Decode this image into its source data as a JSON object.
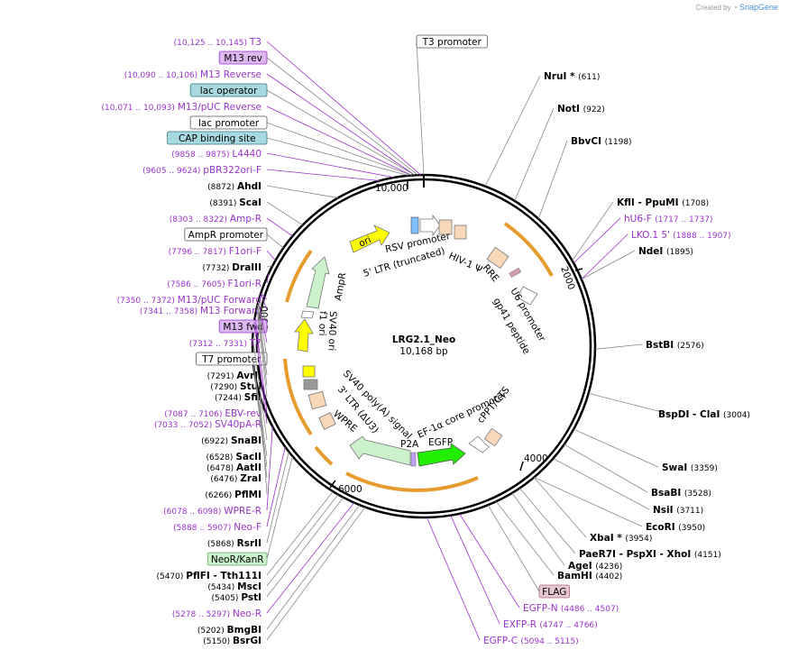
{
  "credit": {
    "prefix": "Created by",
    "brand": "SnapGene"
  },
  "plasmid": {
    "name": "LRG2.1_Neo",
    "length": "10,168 bp"
  },
  "ticks": [
    "10,000",
    "2000",
    "4000",
    "6000",
    "8000"
  ],
  "left_features": [
    {
      "range": "(10,125 .. 10,145)",
      "name": "T3",
      "type": "primer"
    },
    {
      "range": "",
      "name": "M13 rev",
      "type": "box-purple"
    },
    {
      "range": "(10,090 .. 10,106)",
      "name": "M13 Reverse",
      "type": "primer"
    },
    {
      "range": "",
      "name": "lac operator",
      "type": "box-teal"
    },
    {
      "range": "(10,071 .. 10,093)",
      "name": "M13/pUC Reverse",
      "type": "primer"
    },
    {
      "range": "",
      "name": "lac promoter",
      "type": "box-white"
    },
    {
      "range": "",
      "name": "CAP binding site",
      "type": "box-teal"
    },
    {
      "range": "(9858 .. 9875)",
      "name": "L4440",
      "type": "primer"
    },
    {
      "range": "(9605 .. 9624)",
      "name": "pBR322ori-F",
      "type": "primer"
    },
    {
      "range": "(8872)",
      "name": "AhdI",
      "type": "enzyme"
    },
    {
      "range": "(8391)",
      "name": "ScaI",
      "type": "enzyme"
    },
    {
      "range": "(8303 .. 8322)",
      "name": "Amp-R",
      "type": "primer"
    },
    {
      "range": "",
      "name": "AmpR promoter",
      "type": "box-white"
    },
    {
      "range": "(7796 .. 7817)",
      "name": "F1ori-F",
      "type": "primer"
    },
    {
      "range": "(7732)",
      "name": "DraIII",
      "type": "enzyme"
    },
    {
      "range": "(7586 .. 7605)",
      "name": "F1ori-R",
      "type": "primer"
    },
    {
      "range": "(7350 .. 7372)",
      "name": "M13/pUC Forward",
      "type": "primer"
    },
    {
      "range": "(7341 .. 7358)",
      "name": "M13 Forward",
      "type": "primer"
    },
    {
      "range": "",
      "name": "M13 fwd",
      "type": "box-purple"
    },
    {
      "range": "(7312 .. 7331)",
      "name": "T7",
      "type": "primer"
    },
    {
      "range": "",
      "name": "T7 promoter",
      "type": "box-white"
    },
    {
      "range": "(7291)",
      "name": "AvrII",
      "type": "enzyme"
    },
    {
      "range": "(7290)",
      "name": "StuI",
      "type": "enzyme"
    },
    {
      "range": "(7244)",
      "name": "SfiI",
      "type": "enzyme"
    },
    {
      "range": "(7087 .. 7106)",
      "name": "EBV-rev",
      "type": "primer"
    },
    {
      "range": "(7033 .. 7052)",
      "name": "SV40pA-R",
      "type": "primer"
    },
    {
      "range": "(6922)",
      "name": "SnaBI",
      "type": "enzyme"
    },
    {
      "range": "(6528)",
      "name": "SacII",
      "type": "enzyme"
    },
    {
      "range": "(6478)",
      "name": "AatII",
      "type": "enzyme"
    },
    {
      "range": "(6476)",
      "name": "ZraI",
      "type": "enzyme"
    },
    {
      "range": "(6266)",
      "name": "PflMI",
      "type": "enzyme"
    },
    {
      "range": "(6078 .. 6098)",
      "name": "WPRE-R",
      "type": "primer"
    },
    {
      "range": "(5888 .. 5907)",
      "name": "Neo-F",
      "type": "primer"
    },
    {
      "range": "(5868)",
      "name": "RsrII",
      "type": "enzyme"
    },
    {
      "range": "",
      "name": "NeoR/KanR",
      "type": "box-green"
    },
    {
      "range": "(5470)",
      "name": "PflFI - Tth111I",
      "type": "enzyme"
    },
    {
      "range": "(5434)",
      "name": "MscI",
      "type": "enzyme"
    },
    {
      "range": "(5405)",
      "name": "PstI",
      "type": "enzyme"
    },
    {
      "range": "(5278 .. 5297)",
      "name": "Neo-R",
      "type": "primer"
    },
    {
      "range": "(5202)",
      "name": "BmgBI",
      "type": "enzyme"
    },
    {
      "range": "(5150)",
      "name": "BsrGI",
      "type": "enzyme"
    }
  ],
  "right_features": [
    {
      "name": "T3 promoter",
      "range": "",
      "type": "box-white"
    },
    {
      "name": "NruI *",
      "range": "(611)",
      "type": "enzyme"
    },
    {
      "name": "NotI",
      "range": "(922)",
      "type": "enzyme"
    },
    {
      "name": "BbvCI",
      "range": "(1198)",
      "type": "enzyme"
    },
    {
      "name": "KflI - PpuMI",
      "range": "(1708)",
      "type": "enzyme"
    },
    {
      "name": "hU6-F",
      "range": "(1717 .. 1737)",
      "type": "primer"
    },
    {
      "name": "LKO.1 5'",
      "range": "(1888 .. 1907)",
      "type": "primer"
    },
    {
      "name": "NdeI",
      "range": "(1895)",
      "type": "enzyme"
    },
    {
      "name": "BstBI",
      "range": "(2576)",
      "type": "enzyme"
    },
    {
      "name": "BspDI - ClaI",
      "range": "(3004)",
      "type": "enzyme"
    },
    {
      "name": "SwaI",
      "range": "(3359)",
      "type": "enzyme"
    },
    {
      "name": "BsaBI",
      "range": "(3528)",
      "type": "enzyme"
    },
    {
      "name": "NsiI",
      "range": "(3711)",
      "type": "enzyme"
    },
    {
      "name": "EcoRI",
      "range": "(3950)",
      "type": "enzyme"
    },
    {
      "name": "XbaI *",
      "range": "(3954)",
      "type": "enzyme"
    },
    {
      "name": "PaeR7I - PspXI - XhoI",
      "range": "(4151)",
      "type": "enzyme"
    },
    {
      "name": "AgeI",
      "range": "(4236)",
      "type": "enzyme"
    },
    {
      "name": "BamHI",
      "range": "(4402)",
      "type": "enzyme"
    },
    {
      "name": "FLAG",
      "range": "",
      "type": "box-pink"
    },
    {
      "name": "EGFP-N",
      "range": "(4486 .. 4507)",
      "type": "primer"
    },
    {
      "name": "EXFP-R",
      "range": "(4747 .. 4766)",
      "type": "primer"
    },
    {
      "name": "EGFP-C",
      "range": "(5094 .. 5115)",
      "type": "primer"
    }
  ],
  "inner_labels": [
    "ori",
    "RSV promoter",
    "5' LTR (truncated)",
    "HIV-1 Ψ",
    "RRE",
    "U6 promoter",
    "gp41 peptide",
    "AmpR",
    "f1 ori",
    "SV40 ori",
    "SV40 poly(A) signal",
    "3' LTR (ΔU3)",
    "WPRE",
    "P2A",
    "EGFP",
    "EF-1α core promoter",
    "cPPT/CTS"
  ]
}
